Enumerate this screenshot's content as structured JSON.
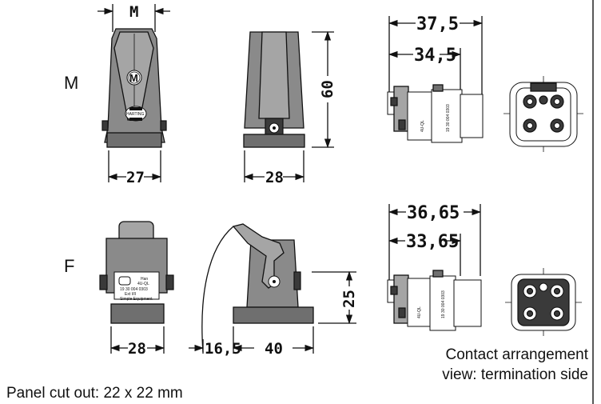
{
  "rows": {
    "m_label": "M",
    "f_label": "F"
  },
  "dims": {
    "m_width_top": "M",
    "m_front_width": "27",
    "m_side_width": "28",
    "m_height": "60",
    "m_insert_outer": "37,5",
    "m_insert_inner": "34,5",
    "f_front_width": "28",
    "f_lever_offset": "16,5",
    "f_base_width": "40",
    "f_height": "25",
    "f_insert_outer": "36,65",
    "f_insert_inner": "33,65"
  },
  "markings": {
    "brand": "HARTING",
    "m_logo_letter": "M",
    "f_plate_line1": "Han",
    "f_plate_line2": "4U-QL",
    "f_plate_line3": "19 30 004 0303",
    "f_plate_line4": "Ext I/II",
    "f_plate_line5": "Simple Equipment"
  },
  "caption": {
    "line1": "Contact arrangement",
    "line2": "view: termination side"
  },
  "footer": {
    "panel_cutout": "Panel cut out: 22 x 22 mm"
  }
}
